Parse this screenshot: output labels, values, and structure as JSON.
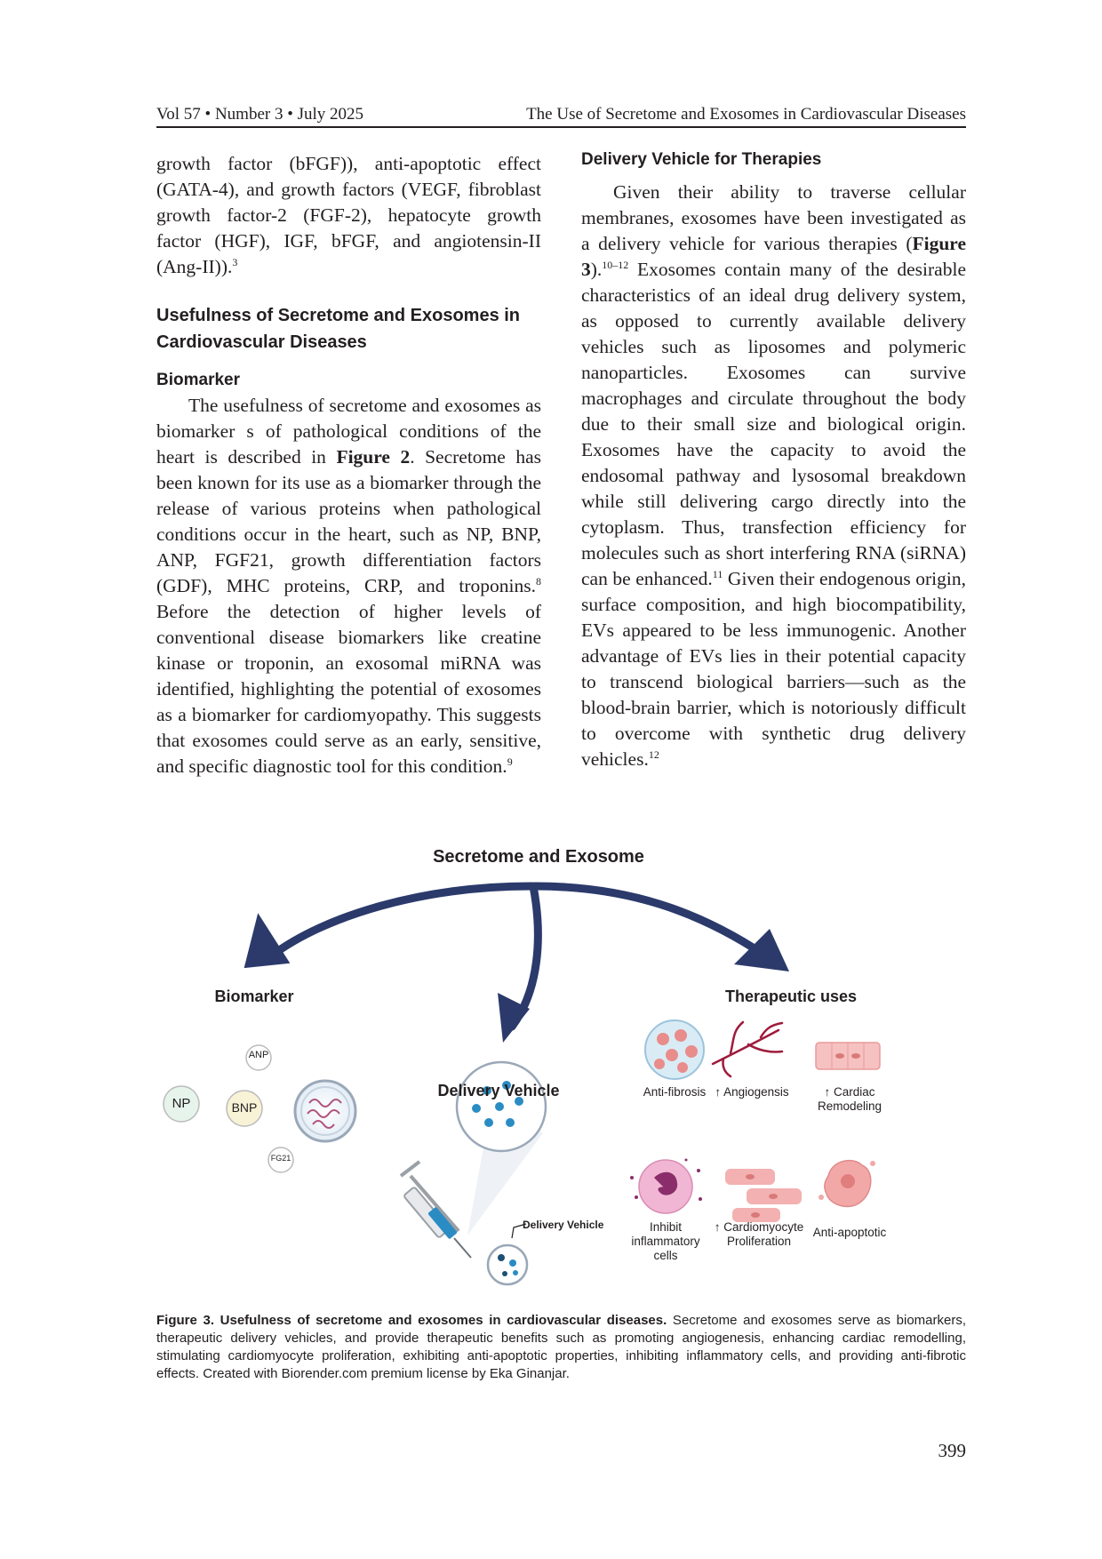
{
  "header": {
    "left": "Vol 57 • Number 3 • July 2025",
    "right": "The Use of Secretome and Exosomes in Cardiovascular Diseases"
  },
  "left_column": {
    "continuation": "growth factor (bFGF)), anti-apoptotic effect (GATA-4), and growth factors (VEGF, fibroblast growth factor-2 (FGF-2), hepatocyte growth factor (HGF), IGF, bFGF, and angiotensin-II (Ang-II)).",
    "continuation_ref": "3",
    "section_heading": "Usefulness of Secretome and Exosomes in Cardiovascular Diseases",
    "subheading": "Biomarker",
    "para_part1": "The usefulness of secretome and exosomes as biomarker s of pathological conditions of the heart is described in ",
    "para_figref": "Figure 2",
    "para_part2": ". Secretome has been known for its use as a biomarker through the release of various proteins when pathological conditions occur in the heart, such as NP, BNP, ANP, FGF21, growth differentiation factors (GDF), MHC proteins, CRP, and troponins.",
    "para_ref1": "8",
    "para_part3": " Before the detection of higher levels of conventional disease biomarkers like creatine kinase or troponin, an exosomal miRNA was identified, highlighting the potential of exosomes as a biomarker for cardiomyopathy. This suggests that exosomes could serve as an early, sensitive, and specific diagnostic tool for this condition.",
    "para_ref2": "9"
  },
  "right_column": {
    "subheading": "Delivery Vehicle for Therapies",
    "para_part1": "Given their ability to traverse cellular membranes, exosomes have been investigated as a delivery vehicle for various therapies (",
    "para_figref": "Figure 3",
    "para_part2": ").",
    "para_ref1": "10–12",
    "para_part3": " Exosomes contain many of the desirable characteristics of an ideal drug delivery system, as opposed to currently available delivery vehicles such as liposomes and polymeric nanoparticles. Exosomes can survive macrophages and circulate throughout the body due to their small size and biological origin. Exosomes have the capacity to avoid the endosomal pathway and lysosomal breakdown while still delivering cargo directly into the cytoplasm. Thus, transfection efficiency for molecules such as short interfering RNA (siRNA) can be enhanced.",
    "para_ref2": "11",
    "para_part4": " Given their endogenous origin, surface composition, and high biocompatibility, EVs appeared to be less immunogenic. Another advantage of EVs lies in their potential capacity to transcend biological barriers—such as the blood-brain barrier, which is notoriously difficult to overcome with synthetic drug delivery vehicles.",
    "para_ref3": "12"
  },
  "figure": {
    "title": "Secretome and Exosome",
    "biomarker_heading": "Biomarker",
    "delivery_heading": "Delivery Vehicle",
    "delivery_small_label": "Delivery Vehicle",
    "therapeutic_heading": "Therapeutic uses",
    "biomarkers": {
      "anp": "ANP",
      "np": "NP",
      "bnp": "BNP",
      "fg21": "FG21"
    },
    "therapeutic_items": {
      "anti_fibrosis": "Anti-fibrosis",
      "angiogenesis": "↑ Angiogensis",
      "cardiac_remodeling_1": "↑ Cardiac",
      "cardiac_remodeling_2": "Remodeling",
      "inhibit_1": "Inhibit",
      "inhibit_2": "inflammatory",
      "inhibit_3": "cells",
      "proliferation_1": "↑ Cardiomyocyte",
      "proliferation_2": "Proliferation",
      "anti_apoptotic": "Anti-apoptotic"
    },
    "colors": {
      "arrow": "#2b3a6b",
      "vesicle": "#2b8cc4",
      "tissue": "#f2a7a7"
    }
  },
  "caption": {
    "label": "Figure 3. Usefulness of secretome and exosomes in cardiovascular diseases.",
    "text": " Secretome and exosomes serve as biomarkers, therapeutic delivery vehicles, and provide therapeutic benefits such as promoting angiogenesis, enhancing cardiac remodelling, stimulating cardiomyocyte proliferation, exhibiting anti-apoptotic properties, inhibiting inflammatory cells, and providing anti-fibrotic effects. Created with Biorender.com premium license by Eka Ginanjar."
  },
  "page_number": "399"
}
